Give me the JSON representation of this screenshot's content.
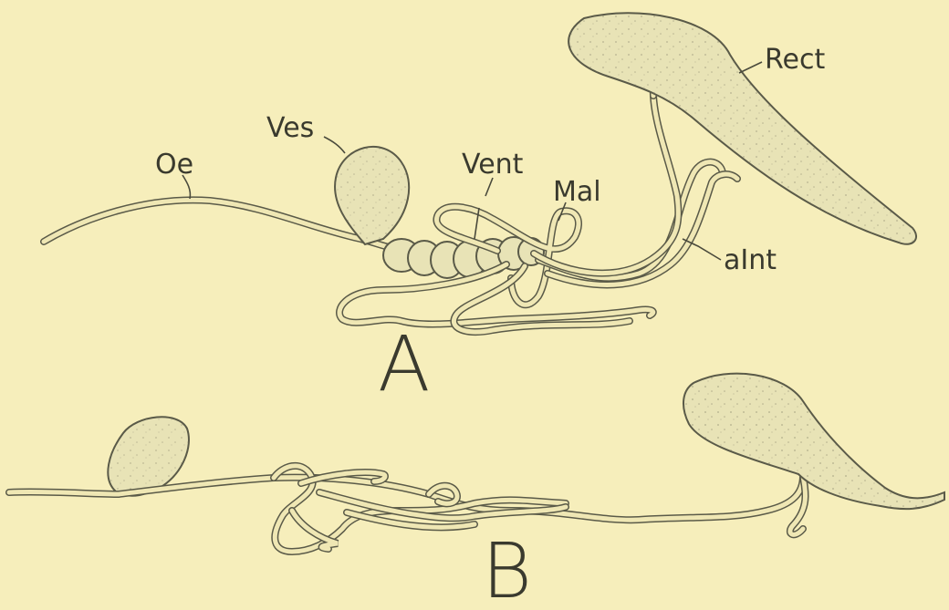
{
  "figure": {
    "panels": [
      {
        "id": "A",
        "letter": "A"
      },
      {
        "id": "B",
        "letter": "B"
      }
    ],
    "labels": {
      "oe": "Oe",
      "ves": "Ves",
      "vent": "Vent",
      "mal": "Mal",
      "rect": "Rect",
      "aint": "aInt"
    }
  },
  "colors": {
    "background": "#f6eebb",
    "ink": "#5a5a48",
    "organ_fill": "#e8e3b6"
  }
}
